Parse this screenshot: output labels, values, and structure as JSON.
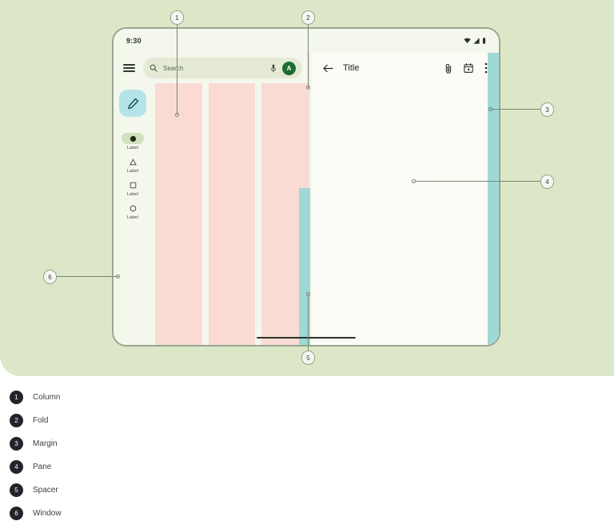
{
  "stage": {
    "background_color": "#dce7c8"
  },
  "device": {
    "status_bar": {
      "time": "9:30",
      "icons": [
        "wifi-icon",
        "signal-icon",
        "battery-icon"
      ]
    },
    "left_pane": {
      "menu_icon": "hamburger-menu-icon",
      "search": {
        "leading_icon": "search-icon",
        "placeholder": "Search",
        "mic_icon": "microphone-icon",
        "avatar_initial": "A",
        "avatar_color": "#1e6b33"
      },
      "rail": {
        "fab": {
          "icon": "pencil-edit-icon",
          "color": "#b5e3ea"
        },
        "items": [
          {
            "icon": "circle-filled-icon",
            "label": "Label",
            "active": true
          },
          {
            "icon": "triangle-outline-icon",
            "label": "Label",
            "active": false
          },
          {
            "icon": "square-outline-icon",
            "label": "Label",
            "active": false
          },
          {
            "icon": "hexagon-outline-icon",
            "label": "Label",
            "active": false
          }
        ]
      },
      "columns": {
        "count": 3,
        "color": "#fadbd4"
      }
    },
    "spacer": {
      "color": "#9ed9d8"
    },
    "right_pane": {
      "back_icon": "back-arrow-icon",
      "title": "Title",
      "actions": [
        {
          "icon": "attachment-paperclip-icon"
        },
        {
          "icon": "calendar-icon"
        },
        {
          "icon": "overflow-menu-icon"
        }
      ]
    },
    "margin": {
      "color": "#9ed9d8"
    },
    "gesture_bar": true
  },
  "callouts": [
    {
      "number": "1",
      "target": "column"
    },
    {
      "number": "2",
      "target": "fold"
    },
    {
      "number": "3",
      "target": "margin"
    },
    {
      "number": "4",
      "target": "pane"
    },
    {
      "number": "5",
      "target": "spacer"
    },
    {
      "number": "6",
      "target": "window"
    }
  ],
  "legend": {
    "items": [
      {
        "number": "1",
        "label": "Column"
      },
      {
        "number": "2",
        "label": "Fold"
      },
      {
        "number": "3",
        "label": "Margin"
      },
      {
        "number": "4",
        "label": "Pane"
      },
      {
        "number": "5",
        "label": "Spacer"
      },
      {
        "number": "6",
        "label": "Window"
      }
    ]
  }
}
